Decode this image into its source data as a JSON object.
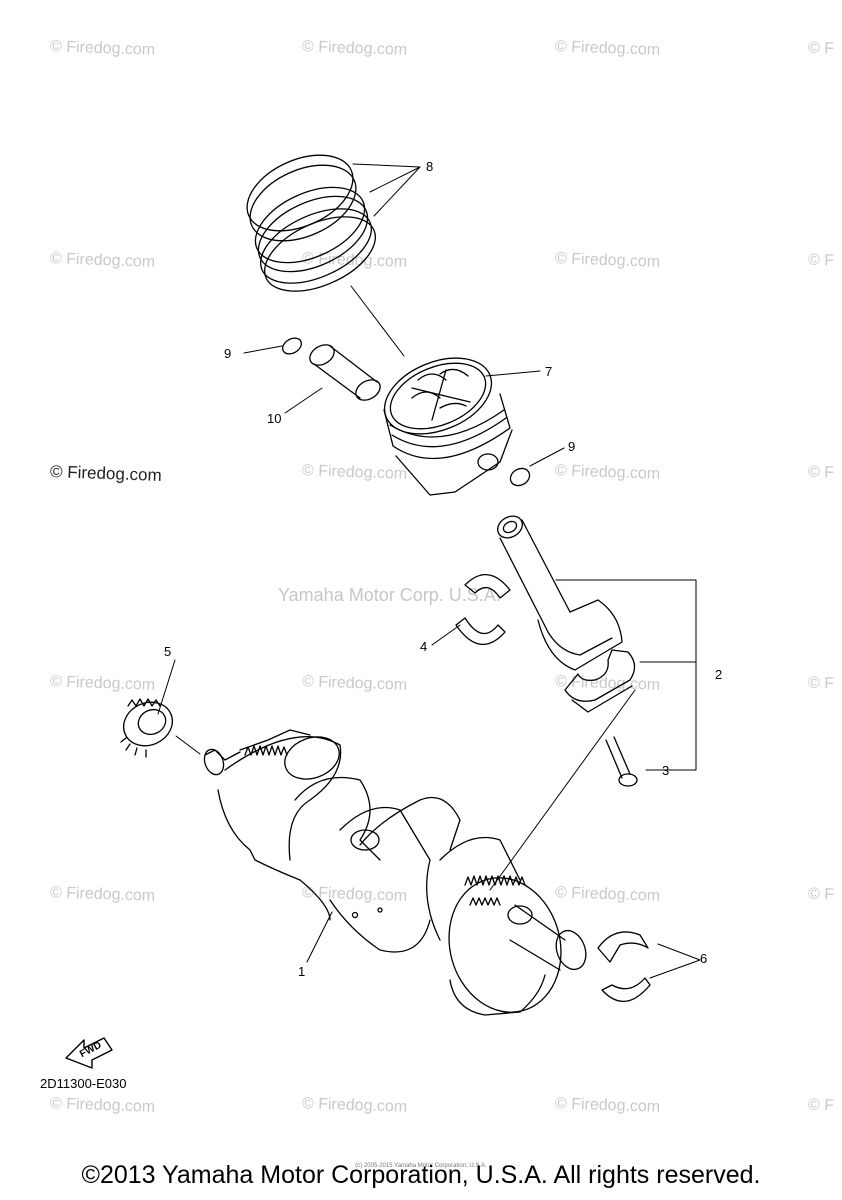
{
  "watermarks": {
    "repeat_text": "© Firedog.com",
    "cut_text": "© F",
    "dark_text": "© Firedog.com",
    "center_text": "Yamaha Motor Corp. U.S.A."
  },
  "callouts": {
    "c1": "1",
    "c2": "2",
    "c3": "3",
    "c4": "4",
    "c5": "5",
    "c6": "6",
    "c7": "7",
    "c8": "8",
    "c9a": "9",
    "c9b": "9",
    "c10": "10"
  },
  "fwd_label": "FWD",
  "diagram_code": "2D11300-E030",
  "tiny_notice": "(c) 2005-2015 Yamaha Motor Corporation, U.S.A.",
  "copyright": "©2013 Yamaha Motor Corporation, U.S.A. All rights reserved."
}
